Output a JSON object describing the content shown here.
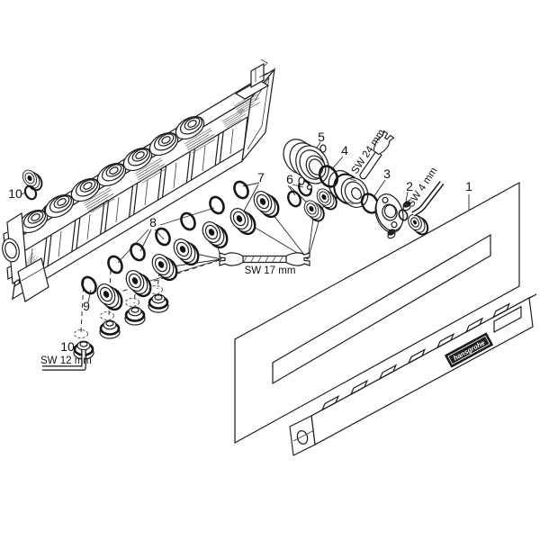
{
  "diagram": {
    "type": "exploded-parts-diagram",
    "callouts": {
      "n1": "1",
      "n2": "2",
      "n3": "3",
      "n4": "4",
      "n5": "5",
      "n6": "6",
      "n7": "7",
      "n8": "8",
      "n9": "9",
      "n10": "10"
    },
    "tool_labels": {
      "sw24": "SW 24 mm",
      "sw4": "SW 4 mm",
      "sw17": "SW 17 mm",
      "sw12": "SW 12 mm"
    },
    "brand_label": "hansgrohe",
    "colors": {
      "line": "#1c1c1c",
      "background": "#ffffff",
      "badge_bg": "#1e1e1e",
      "badge_text": "#ffffff"
    }
  }
}
